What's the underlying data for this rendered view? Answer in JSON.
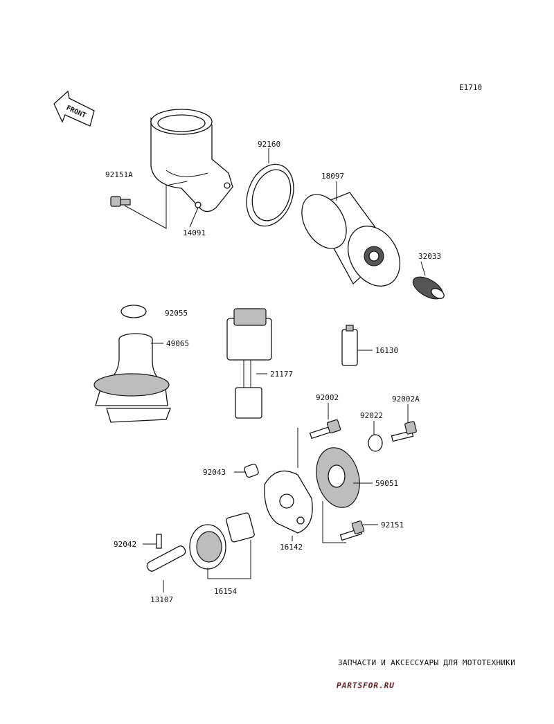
{
  "diagram": {
    "code": "E1710",
    "front_label": "FRONT",
    "parts": [
      {
        "id": "92160",
        "label": "92160"
      },
      {
        "id": "92151A",
        "label": "92151A"
      },
      {
        "id": "18097",
        "label": "18097"
      },
      {
        "id": "14091",
        "label": "14091"
      },
      {
        "id": "32033",
        "label": "32033"
      },
      {
        "id": "92055",
        "label": "92055"
      },
      {
        "id": "49065",
        "label": "49065"
      },
      {
        "id": "16130",
        "label": "16130"
      },
      {
        "id": "21177",
        "label": "21177"
      },
      {
        "id": "92002",
        "label": "92002"
      },
      {
        "id": "92002A",
        "label": "92002A"
      },
      {
        "id": "92022",
        "label": "92022"
      },
      {
        "id": "92043",
        "label": "92043"
      },
      {
        "id": "59051",
        "label": "59051"
      },
      {
        "id": "92151",
        "label": "92151"
      },
      {
        "id": "16142",
        "label": "16142"
      },
      {
        "id": "92042",
        "label": "92042"
      },
      {
        "id": "16154",
        "label": "16154"
      },
      {
        "id": "13107",
        "label": "13107"
      }
    ]
  },
  "watermark": {
    "caption": "ЗАПЧАСТИ И АКСЕССУАРЫ ДЛЯ МОТОТЕХНИКИ",
    "brand": "PARTSFOR.RU"
  }
}
